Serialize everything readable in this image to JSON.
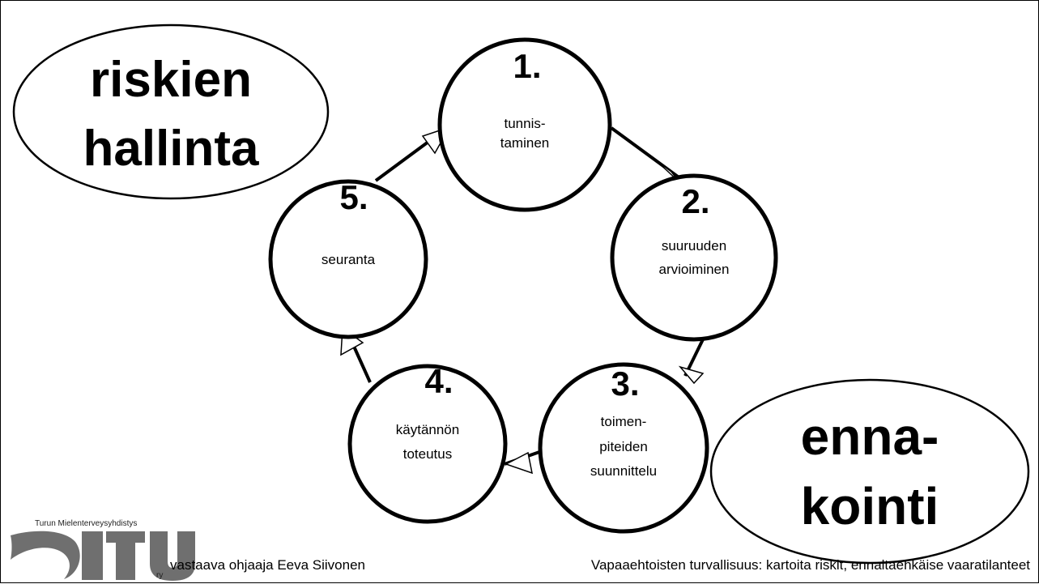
{
  "title_oval": {
    "line1": "riskien",
    "line2": "hallinta"
  },
  "subtitle_oval": {
    "line1": "enna-",
    "line2": "kointi"
  },
  "steps": [
    {
      "number": "1.",
      "line1": "tunnis-",
      "line2": "taminen",
      "line3": ""
    },
    {
      "number": "2.",
      "line1": "suuruuden",
      "line2": "arvioiminen",
      "line3": ""
    },
    {
      "number": "3.",
      "line1": "toimen-",
      "line2": "piteiden",
      "line3": "suunnittelu"
    },
    {
      "number": "4.",
      "line1": "käytännön",
      "line2": "toteutus",
      "line3": ""
    },
    {
      "number": "5.",
      "line1": "seuranta",
      "line2": "",
      "line3": ""
    }
  ],
  "logo": {
    "org_name": "Turun Mielenterveysyhdistys",
    "letters": "ITU",
    "suffix": "ry"
  },
  "footer": {
    "left": "vastaava ohjaaja Eeva Siivonen",
    "right": "Vapaaehtoisten turvallisuus: kartoita riskit, ennaltaehkäise vaaratilanteet"
  }
}
